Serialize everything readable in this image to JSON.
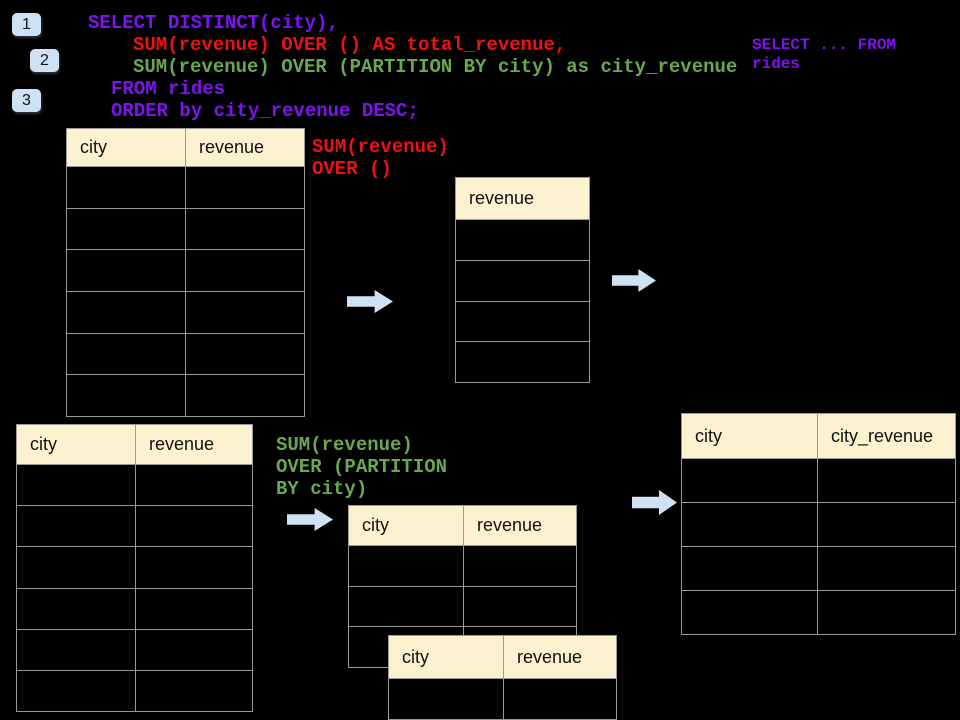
{
  "colors": {
    "background": "#000000",
    "purple": "#7d14f0",
    "red": "#ee1111",
    "green": "#6aa84f",
    "badge_bg": "#cfe2f3",
    "arrow_blue": "#cfe2f3",
    "table_header_bg": "#fdf2d0",
    "table_border": "#9a9a9a",
    "header_text": "#111111"
  },
  "badges": [
    {
      "label": "1"
    },
    {
      "label": "2"
    },
    {
      "label": "3"
    }
  ],
  "sql": {
    "lines": [
      {
        "text": "SELECT DISTINCT(city),",
        "color": "purple"
      },
      {
        "text": "SUM(revenue) OVER () AS total_revenue,",
        "color": "red"
      },
      {
        "text": "SUM(revenue) OVER (PARTITION BY city) as city_revenue",
        "color": "green"
      },
      {
        "text": "FROM rides",
        "color": "purple"
      },
      {
        "text": "ORDER by city_revenue DESC;",
        "color": "purple"
      }
    ]
  },
  "side_note": {
    "line1": "SELECT ... FROM",
    "line2": "rides"
  },
  "annotations": {
    "total_revenue": {
      "line1": "SUM(revenue)",
      "line2": "OVER ()"
    },
    "partition": {
      "line1": "SUM(revenue)",
      "line2": "OVER (PARTITION",
      "line3": "BY city)"
    }
  },
  "tables": {
    "source_top": {
      "headers": [
        "city",
        "revenue"
      ],
      "empty_rows": 6
    },
    "total_result": {
      "headers": [
        "revenue"
      ],
      "empty_rows": 4
    },
    "source_bottom": {
      "headers": [
        "city",
        "revenue"
      ],
      "empty_rows": 6
    },
    "partition_input": {
      "headers": [
        "city",
        "revenue"
      ],
      "empty_rows": 3
    },
    "partition_group": {
      "headers": [
        "city",
        "revenue"
      ],
      "empty_rows": 1
    },
    "partition_result": {
      "headers": [
        "city",
        "city_revenue"
      ],
      "empty_rows": 4
    }
  },
  "icons": {
    "flow_arrow": "right-arrow"
  }
}
